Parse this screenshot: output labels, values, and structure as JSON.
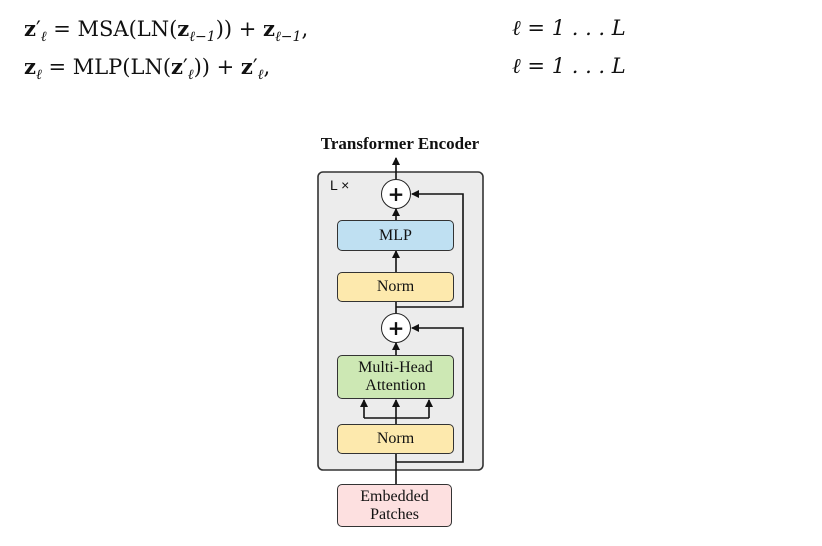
{
  "equations": [
    {
      "lhs_bold": "z",
      "lhs_prime": "′",
      "lhs_sub": "ℓ",
      "rhs_pre": " = MSA(LN(",
      "rhs_bold": "z",
      "rhs_sub": "ℓ−1",
      "rhs_mid": ")) + ",
      "rhs_bold2": "z",
      "rhs_sub2": "ℓ−1",
      "rhs_end": ",",
      "condition": "ℓ = 1 . . . L"
    },
    {
      "lhs_bold": "z",
      "lhs_sub": "ℓ",
      "rhs_pre": " = MLP(LN(",
      "rhs_bold": "z",
      "rhs_prime": "′",
      "rhs_sub": "ℓ",
      "rhs_mid": ")) + ",
      "rhs_bold2": "z",
      "rhs_prime2": "′",
      "rhs_sub2": "ℓ",
      "rhs_end": ",",
      "condition": "ℓ = 1 . . . L"
    }
  ],
  "diagram": {
    "title": "Transformer Encoder",
    "repeat_label": "L ×",
    "plus_symbol": "+",
    "blocks": {
      "mlp": "MLP",
      "norm_top": "Norm",
      "attention_line1": "Multi-Head",
      "attention_line2": "Attention",
      "norm_bottom": "Norm",
      "input_line1": "Embedded",
      "input_line2": "Patches"
    },
    "colors": {
      "mlp": "#bfe0f2",
      "norm": "#fde9ad",
      "attention": "#cde8b4",
      "input": "#fde0e0",
      "container": "#ececec"
    }
  }
}
